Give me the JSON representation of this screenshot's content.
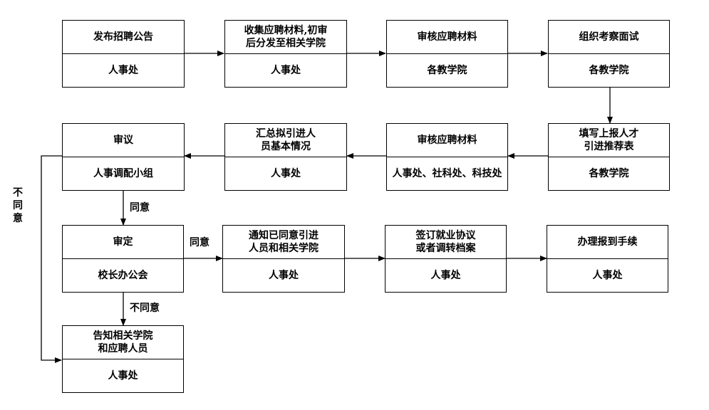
{
  "nodes": {
    "n1": {
      "title": "发布招聘公告",
      "dept": "人事处"
    },
    "n2": {
      "title": "收集应聘材料,初审\n后分发至相关学院",
      "dept": "人事处"
    },
    "n3": {
      "title": "审核应聘材料",
      "dept": "各教学院"
    },
    "n4": {
      "title": "组织考察面试",
      "dept": "各教学院"
    },
    "n5": {
      "title": "填写上报人才\n引进推荐表",
      "dept": "各教学院"
    },
    "n6": {
      "title": "审核应聘材料",
      "dept": "人事处、社科处、科技处"
    },
    "n7": {
      "title": "汇总拟引进人\n员基本情况",
      "dept": "人事处"
    },
    "n8": {
      "title": "审议",
      "dept": "人事调配小组"
    },
    "n9": {
      "title": "审定",
      "dept": "校长办公会"
    },
    "n10": {
      "title": "通知已同意引进\n人员和相关学院",
      "dept": "人事处"
    },
    "n11": {
      "title": "签订就业协议\n或者调转档案",
      "dept": "人事处"
    },
    "n12": {
      "title": "办理报到手续",
      "dept": "人事处"
    },
    "n13": {
      "title": "告知相关学院\n和应聘人员",
      "dept": "人事处"
    }
  },
  "labels": {
    "agree_review": "同意",
    "agree_approve": "同意",
    "disagree_approve": "不同意",
    "disagree_review": "不\n同\n意"
  }
}
